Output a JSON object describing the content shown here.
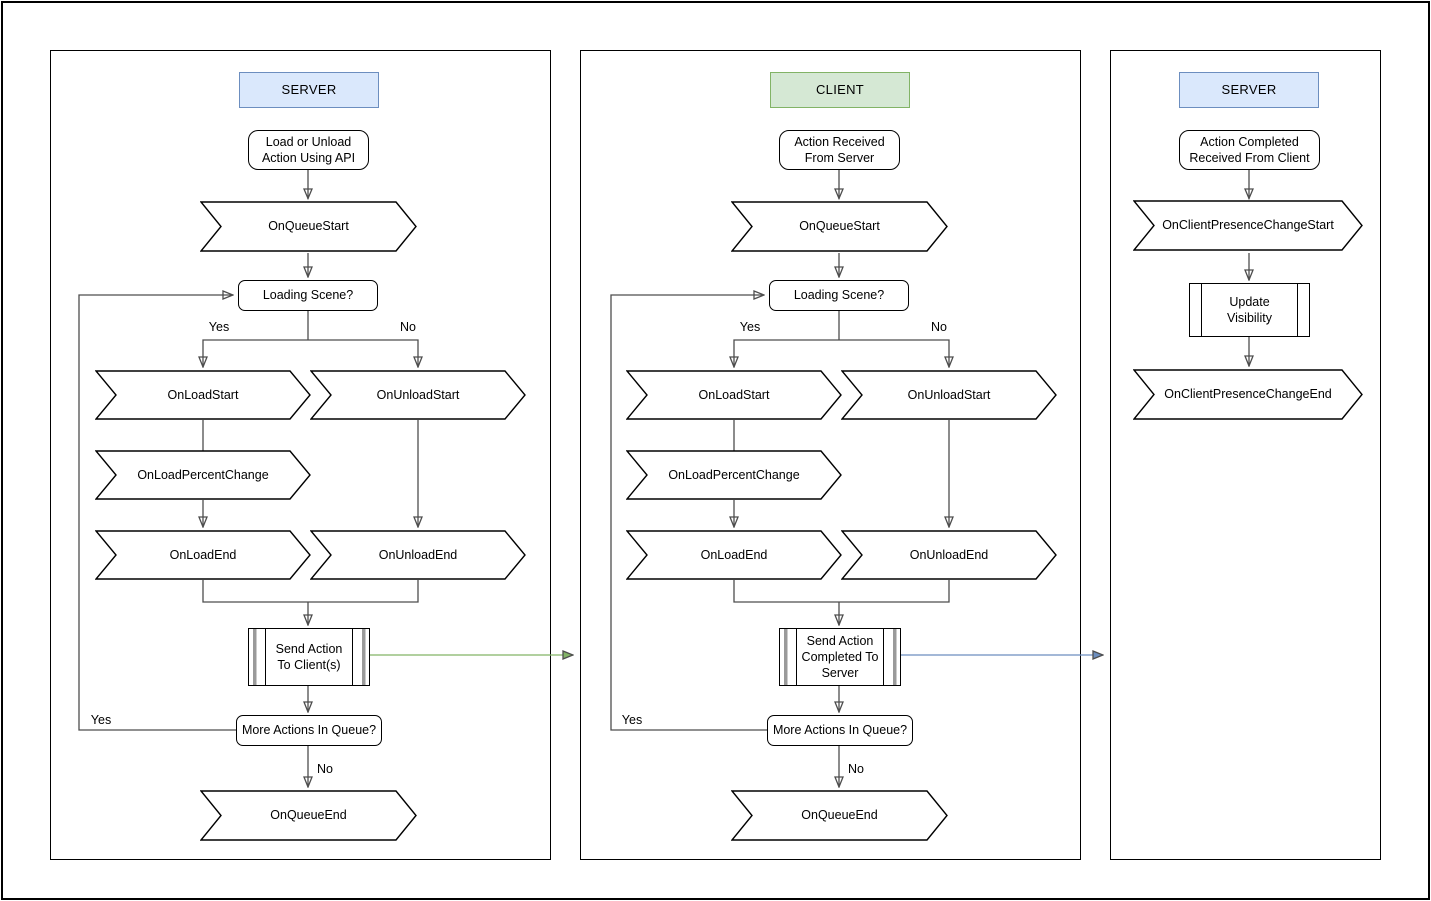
{
  "diagram": {
    "colors": {
      "server_header_fill": "#dae8fc",
      "server_header_stroke": "#6c8ebf",
      "client_header_fill": "#d5e8d4",
      "client_header_stroke": "#82b366",
      "server_to_client_arrow": "#82b366",
      "client_to_server_arrow": "#6c8ebf",
      "shape_stroke": "#000000",
      "connector_stroke": "#4d4d4d"
    },
    "panels": [
      {
        "header": "SERVER",
        "start": "Load or Unload Action Using API",
        "queue_start": "OnQueueStart",
        "loading_scene": "Loading Scene?",
        "branch_yes": "Yes",
        "branch_no": "No",
        "on_load_start": "OnLoadStart",
        "on_unload_start": "OnUnloadStart",
        "on_load_percent_change": "OnLoadPercentChange",
        "on_load_end": "OnLoadEnd",
        "on_unload_end": "OnUnloadEnd",
        "send": "Send Action To Client(s)",
        "more_actions": "More Actions In Queue?",
        "loop_yes": "Yes",
        "exit_no": "No",
        "queue_end": "OnQueueEnd"
      },
      {
        "header": "CLIENT",
        "start": "Action Received From Server",
        "queue_start": "OnQueueStart",
        "loading_scene": "Loading Scene?",
        "branch_yes": "Yes",
        "branch_no": "No",
        "on_load_start": "OnLoadStart",
        "on_unload_start": "OnUnloadStart",
        "on_load_percent_change": "OnLoadPercentChange",
        "on_load_end": "OnLoadEnd",
        "on_unload_end": "OnUnloadEnd",
        "send": "Send Action Completed To Server",
        "more_actions": "More Actions In Queue?",
        "loop_yes": "Yes",
        "exit_no": "No",
        "queue_end": "OnQueueEnd"
      },
      {
        "header": "SERVER",
        "start": "Action Completed Received From Client",
        "presence_start": "OnClientPresenceChangeStart",
        "update_visibility": "Update Visibility",
        "presence_end": "OnClientPresenceChangeEnd"
      }
    ]
  }
}
